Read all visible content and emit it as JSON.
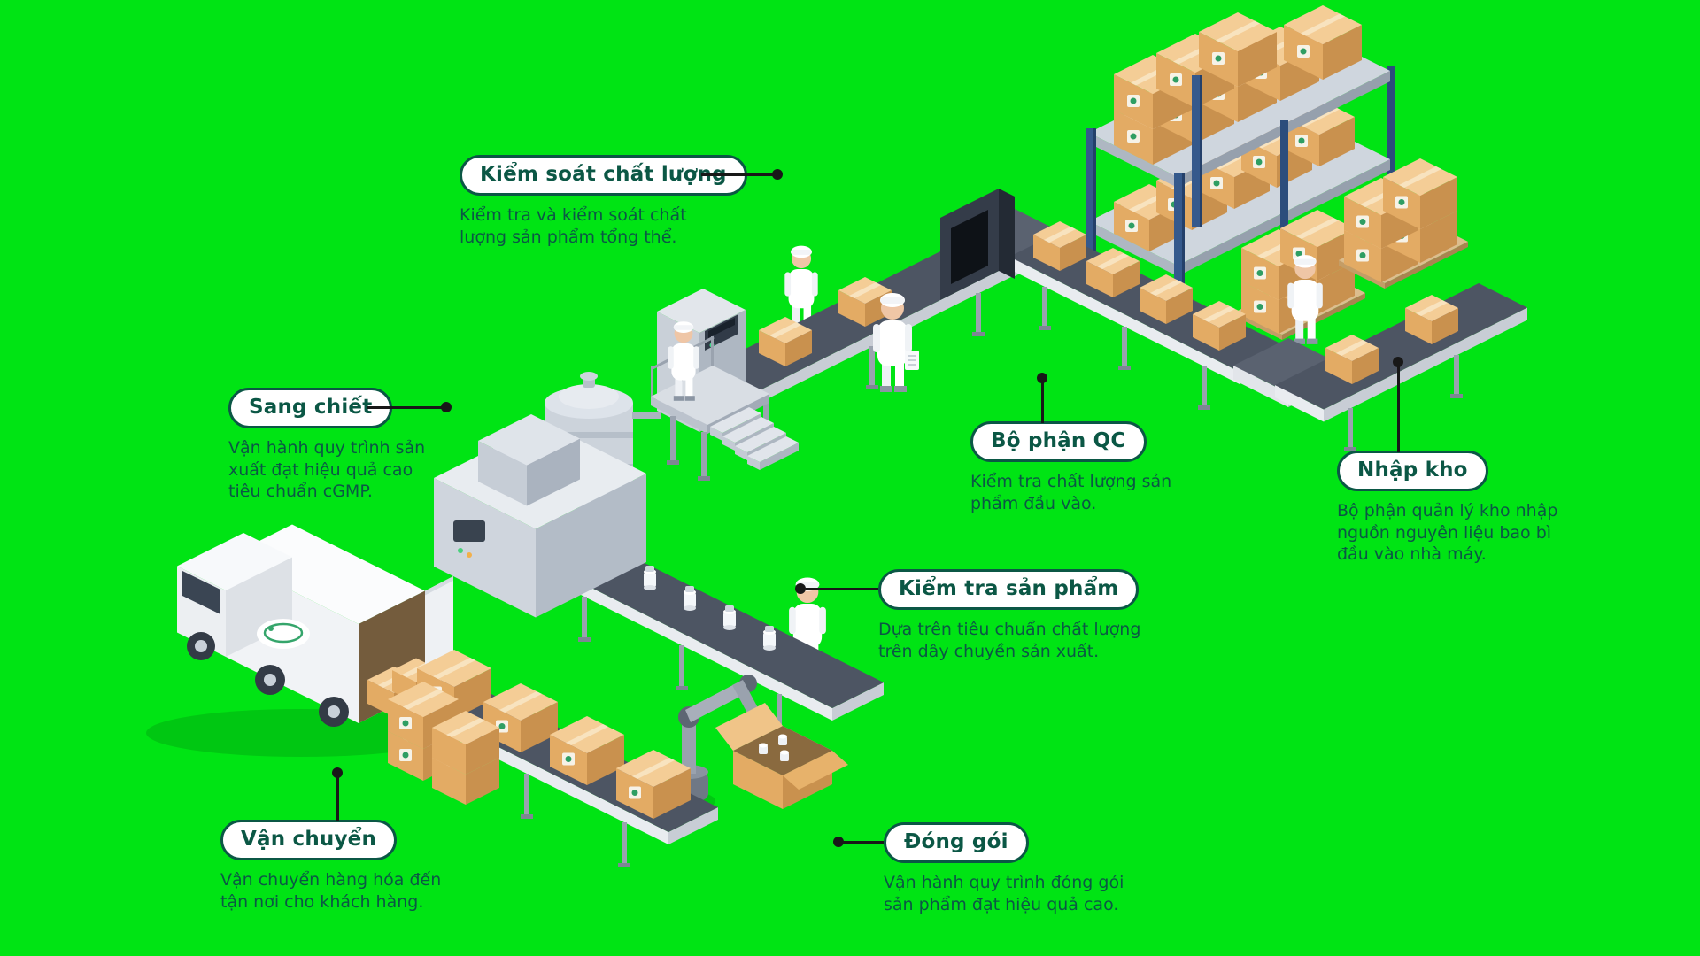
{
  "colors": {
    "background": "#00e414",
    "ink": "#0b5745",
    "connector": "#181818",
    "badge_bg": "#ffffff",
    "carton": "#e3ab64",
    "rack_post": "#35598c"
  },
  "steps": [
    {
      "id": "kiem-soat-chat-luong",
      "label": "Kiểm soát chất lượng",
      "description": "Kiểm tra và kiểm soát chất lượng sản phẩm tổng thể."
    },
    {
      "id": "sang-chiet",
      "label": "Sang chiết",
      "description": "Vận hành quy trình sản xuất đạt hiệu quả cao tiêu chuẩn cGMP."
    },
    {
      "id": "bo-phan-qc",
      "label": "Bộ phận QC",
      "description": "Kiểm tra chất lượng sản phẩm đầu vào."
    },
    {
      "id": "nhap-kho",
      "label": "Nhập kho",
      "description": "Bộ phận quản lý kho nhập nguồn nguyên liệu bao bì đầu vào nhà máy."
    },
    {
      "id": "kiem-tra-san-pham",
      "label": "Kiểm tra sản phẩm",
      "description": "Dựa trên tiêu chuẩn chất lượng trên dây chuyền sản xuất."
    },
    {
      "id": "van-chuyen",
      "label": "Vận chuyển",
      "description": "Vận chuyển hàng hóa đến tận nơi cho khách hàng."
    },
    {
      "id": "dong-goi",
      "label": "Đóng gói",
      "description": "Vận hành quy trình đóng gói sản phẩm đạt hiệu quả cao."
    }
  ],
  "illustration": {
    "scene": "isometric-factory-production-line",
    "elements": [
      "warehouse-rack",
      "pallet-boxes",
      "warehouse-worker",
      "qc-conveyor",
      "inspection-gate",
      "conveyor-boxes",
      "qc-workers",
      "filling-station",
      "operator-platform",
      "filling-conveyor",
      "robot-arm",
      "packing-box",
      "delivery-truck",
      "output-conveyor",
      "shipping-boxes"
    ]
  }
}
